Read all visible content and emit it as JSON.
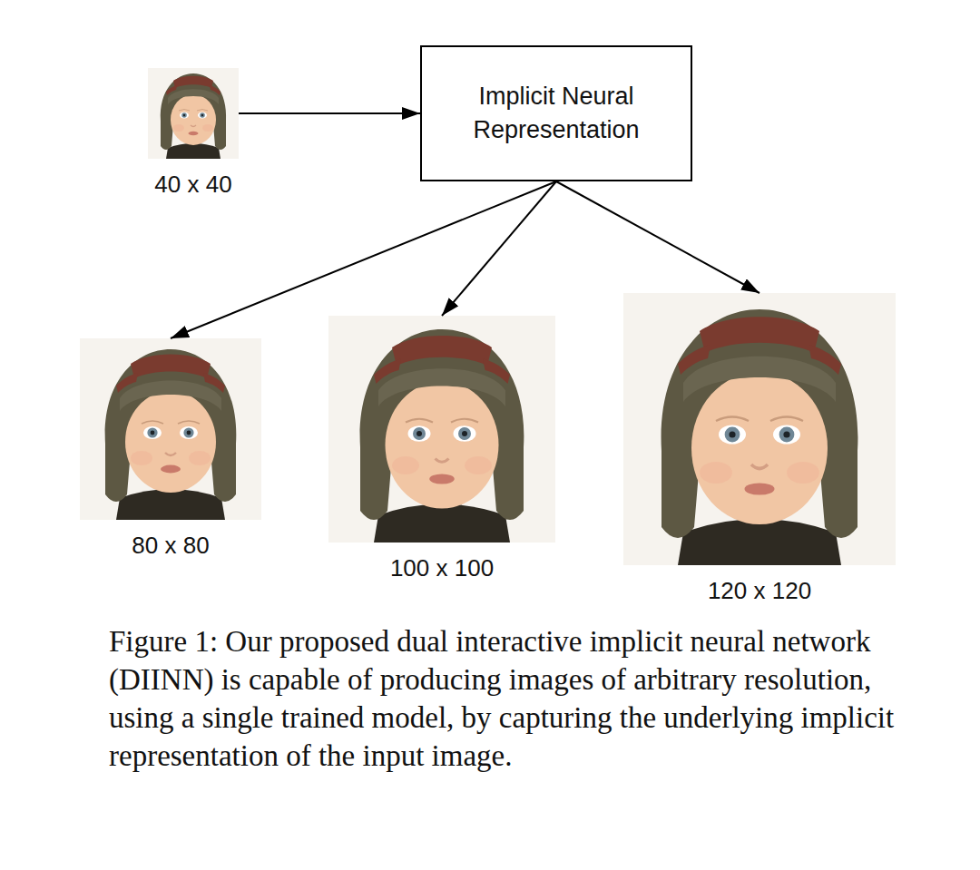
{
  "diagram": {
    "caption": "Figure 1: Our proposed dual interactive implicit neural network (DIINN) is capable of producing images of arbitrary resolution, using a single trained model, by capturing the underlying implicit representation of the input image.",
    "nodes": [
      {
        "text": [
          "40 x 40"
        ]
      },
      {
        "text": [
          "Implicit Neural Representation"
        ]
      },
      {
        "text": [
          "80 x 80"
        ]
      },
      {
        "text": [
          "100 x 100"
        ]
      },
      {
        "text": [
          "120 x 120"
        ]
      }
    ],
    "edges": [
      {
        "from": 0,
        "to": 1,
        "arrow": "to"
      },
      {
        "from": 1,
        "to": 2,
        "arrow": "to"
      },
      {
        "from": 1,
        "to": 3,
        "arrow": "to"
      },
      {
        "from": 1,
        "to": 4,
        "arrow": "to"
      }
    ]
  }
}
